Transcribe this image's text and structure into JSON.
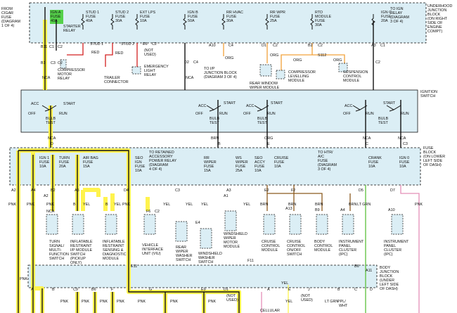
{
  "colors": {
    "box_fill": "#dbeef5",
    "highlight_yellow": "#fff34d",
    "highlight_green": "#55d14a",
    "wire_black": "#111111",
    "wire_red": "#d32020",
    "wire_orange": "#f2a23a",
    "wire_brown": "#8b5a1f",
    "wire_green": "#5bbf3a",
    "wire_pink": "#e48fb8"
  },
  "underhood": {
    "from_cigar": [
      "FROM",
      "CIGAR",
      "FUSE",
      "(DIAGRAM",
      "1 OF 4)"
    ],
    "ign_a": [
      "IGN A",
      "FUSE",
      "40A"
    ],
    "starter_relay": [
      "STARTER",
      "RELAY"
    ],
    "fuses": [
      {
        "l": [
          "STUD 1",
          "FUSE",
          "40A"
        ]
      },
      {
        "l": [
          "STUD 2",
          "FUSE",
          "30A"
        ]
      },
      {
        "l": [
          "EXT LPS",
          "FUSE",
          "10A"
        ]
      },
      {
        "l": [
          "IGN B",
          "FUSE",
          "50A"
        ]
      },
      {
        "l": [
          "RR HVAC",
          "FUSE",
          "30A"
        ]
      },
      {
        "l": [
          "RR WPR",
          "FUSE",
          "25A"
        ]
      },
      {
        "l": [
          "RTD",
          "MODULE",
          "FUSE",
          "30A"
        ]
      },
      {
        "l": [
          "IGN C",
          "FUSE",
          "20A"
        ]
      }
    ],
    "to_ign_relay": [
      "TO IGN",
      "RELAY",
      "(DIAGRAM",
      "3 OF 4)"
    ],
    "label": [
      "UNDERHOOD",
      "JUNCTION",
      "BLOCK",
      "(ON RIGHT",
      "SIDE OF",
      "ENGINE",
      "COMPT)"
    ]
  },
  "mid": {
    "pins": [
      "B11",
      "C1",
      "C2",
      "STUD 1",
      "STUD 2",
      "E6",
      "C2",
      "A10",
      "C4",
      "D1",
      "C2",
      "B2",
      "C2",
      "A3",
      "C1",
      "B1",
      "C3",
      "C2",
      "D2",
      "C4",
      "C2"
    ],
    "wire_labels": [
      "RED",
      "RED",
      "ORG",
      "ORG",
      "ORG",
      "ORG",
      "NCA",
      "NCA"
    ],
    "s112": "S112",
    "notused": [
      "(NOT",
      "USED)"
    ],
    "comp_relay": [
      "COMPRESSOR",
      "MOTOR",
      "RELAY"
    ],
    "trailer": [
      "TRAILER",
      "CONNECTOR"
    ],
    "emer_relay": [
      "EMERGENCY",
      "LIGHT",
      "RELAY"
    ],
    "to_ip": [
      "TO I/P",
      "JUNCTION BLOCK",
      "(DIAGRAM 3 OF 4)"
    ],
    "rear_wiper": [
      "REAR WINDOW",
      "WIPER MODULE"
    ],
    "compressor_lev": [
      "COMPRESSOR",
      "LEVELLING",
      "MODULE"
    ],
    "suspension": [
      "SUSPENSION",
      "CONTROL",
      "MODULE"
    ]
  },
  "ign_switch": {
    "label": [
      "IGNITION",
      "SWITCH"
    ],
    "acc": "ACC",
    "off": "OFF",
    "start": "START",
    "run": "RUN",
    "bulb_test": [
      "BULB",
      "TEST"
    ],
    "out_wires": [
      "NCA",
      "BRN",
      "ORG",
      "NCA",
      "NCA"
    ],
    "out_pins": [
      "D",
      "B",
      "E",
      "C",
      "C3"
    ]
  },
  "fuse_block": {
    "label": [
      "FUSE",
      "BLOCK",
      "(ON LOWER",
      "LEFT SIDE",
      "OF DASH)"
    ],
    "fuses": [
      {
        "l": [
          "IGN 1",
          "FUSE",
          "10A"
        ]
      },
      {
        "l": [
          "TURN",
          "FUSE",
          "20A"
        ]
      },
      {
        "l": [
          "AIR BAG",
          "FUSE",
          "15A"
        ]
      },
      {
        "l": [
          "SEO",
          "IGN",
          "FUSE",
          "10A"
        ]
      },
      {
        "l": [
          "RR",
          "WIPER",
          "FUSE",
          "15A"
        ]
      },
      {
        "l": [
          "WS",
          "WIPER",
          "FUSE",
          "25A"
        ]
      },
      {
        "l": [
          "SEO",
          "ACCY",
          "FUSE",
          "10A"
        ]
      },
      {
        "l": [
          "CRUISE",
          "FUSE",
          "10A"
        ]
      },
      {
        "l": [
          "CRANK",
          "FUSE",
          "10A"
        ]
      },
      {
        "l": [
          "IGN 0",
          "FUSE",
          "10A"
        ]
      }
    ],
    "to_retained": [
      "TO RETAINED",
      "ACCESSORY",
      "POWER RELAY",
      "(DIAGRAM",
      "4 OF 4)"
    ],
    "to_htr": [
      "TO HTR/",
      "A/C",
      "FUSE",
      "(DIAGRAM",
      "3 OF 4)"
    ],
    "out_pins": [
      "A2",
      "A4",
      "B2",
      "A5",
      "D4",
      "C3",
      "A3",
      "E2",
      "F2",
      "D5",
      "D7"
    ]
  },
  "loads": {
    "turn_signal": [
      "TURN",
      "SIGNAL/",
      "MULTI-",
      "FUNCTION",
      "SWITCH"
    ],
    "infl_ip": [
      "INFLATABLE",
      "RESTRAINT",
      "I/P MODULE",
      "SWITCH",
      "(PICKUP",
      "ONLY)"
    ],
    "infl_sdm": [
      "INFLATABLE",
      "RESTRAINT",
      "SENSING &",
      "DIAGNOSTIC",
      "MODULE"
    ],
    "viu": [
      "VEHICLE",
      "INTERFACE",
      "UNIT (VIU)"
    ],
    "rear_wiper_sw": [
      "REAR",
      "WIPER",
      "WASHER",
      "SWITCH"
    ],
    "ws_washer": [
      "WINDSHIELD",
      "WASHER",
      "SWITCH"
    ],
    "ws_wiper": [
      "WINDSHIELD",
      "WIPER",
      "MOTOR",
      "MODULE"
    ],
    "cruise_mod": [
      "CRUISE",
      "CONTROL",
      "MODULE"
    ],
    "cruise_sw": [
      "CRUISE",
      "CONTROL",
      "ON/OFF",
      "SWITCH"
    ],
    "body_ctl": [
      "BODY",
      "CONTROL",
      "MODULE"
    ],
    "ipc": [
      "INSTRUMENT",
      "PANEL",
      "CLUSTER",
      "(IPC)"
    ],
    "ipc2": [
      "INSTRUMENT",
      "PANEL",
      "CLUSTER",
      "(IPC)"
    ]
  },
  "wire_colors": [
    "PNK",
    "PNK",
    "PNK",
    "YEL",
    "PNK",
    "YEL",
    "YEL",
    "YEL",
    "BRN",
    "BRN",
    "BRN",
    "BRN",
    "LT GRN",
    "PNK",
    "PNK",
    "YEL"
  ],
  "small_pins": [
    "A2",
    "NCA",
    "B",
    "YEL",
    "B",
    "YEL",
    "F6",
    "C2",
    "A1",
    "E4",
    "A13",
    "B9",
    "A4",
    "A10",
    "E11",
    "F11",
    "B6",
    "A11"
  ],
  "body_jb": {
    "label": [
      "BODY",
      "JUNCTION",
      "BLOCK",
      "(UNDER",
      "LEFT SIDE",
      "OF DASH)"
    ],
    "pins": [
      "A",
      "B",
      "C9",
      "B6",
      "F",
      "G",
      "E9",
      "D1",
      "A",
      "E",
      "J",
      "B",
      "C",
      "D"
    ],
    "bottom_wires": [
      "PNK",
      "PNK",
      "PNK",
      "PNK",
      "PNK",
      "PNK",
      "PNK",
      "YEL",
      "LT GRN",
      "PPL/",
      "WHT"
    ],
    "not_used": [
      "(NOT",
      "USED)"
    ],
    "not_used2": [
      "(NOT",
      "USED)"
    ],
    "cellular": "CELLULAR"
  }
}
